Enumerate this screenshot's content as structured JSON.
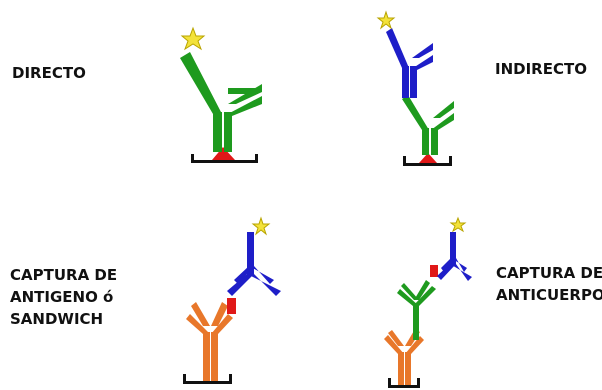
{
  "labels": {
    "directo": "DIRECTO",
    "indirecto": "INDIRECTO",
    "captura_antigeno": [
      "CAPTURA DE",
      "ANTIGENO ó",
      "SANDWICH"
    ],
    "captura_anticuerpo": [
      "CAPTURA DE",
      "ANTICUERPO"
    ]
  },
  "colors": {
    "green": "#1e9a1e",
    "blue": "#1e1ec8",
    "orange": "#e8772a",
    "antigen_red": "#e01818",
    "star_yellow": "#f3e23a",
    "star_outline": "#b8a400",
    "plate_black": "#111111"
  }
}
